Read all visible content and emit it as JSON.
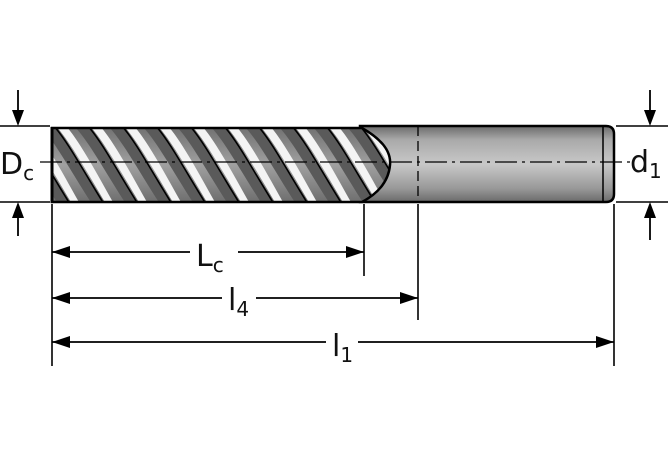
{
  "dimensions": {
    "Dc": {
      "main": "D",
      "sub": "c"
    },
    "d1": {
      "main": "d",
      "sub": "1"
    },
    "Lc": {
      "main": "L",
      "sub": "c"
    },
    "l4": {
      "main": "l",
      "sub": "4"
    },
    "l1": {
      "main": "l",
      "sub": "1"
    }
  },
  "colors": {
    "line": "#000000",
    "tool_body": "#8c8c8c",
    "tool_highlight": "#f4f4f4",
    "tool_shadow": "#5a5a5a"
  }
}
